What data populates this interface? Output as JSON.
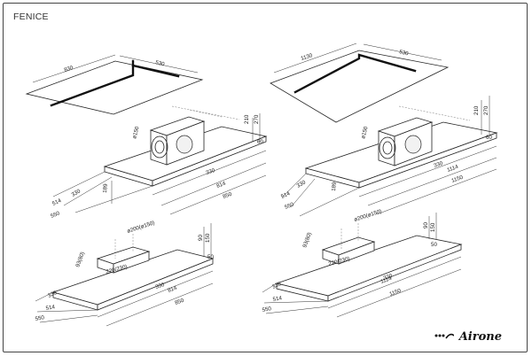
{
  "title": "FENICE",
  "brand": "Airone",
  "views": {
    "tl": {
      "panel_w": "830",
      "panel_d": "530",
      "h1": "210",
      "h2": "270",
      "h3": "60",
      "dia": "ø150",
      "d_189": "189",
      "d_330a": "330",
      "d_330b": "330",
      "d_514": "514",
      "d_550": "550",
      "d_814": "814",
      "d_850": "850"
    },
    "tr": {
      "panel_w": "1130",
      "panel_d": "530",
      "h1": "210",
      "h2": "270",
      "h3": "60",
      "dia": "ø150",
      "d_189": "189",
      "d_330a": "330",
      "d_330b": "330",
      "d_514": "514",
      "d_550": "550",
      "d_1114": "1114",
      "d_1150": "1150"
    },
    "bl": {
      "dia": "ø200(ø150)",
      "h90": "90",
      "h150": "150",
      "h50": "50",
      "rect": "220(230)",
      "side": "93(80)",
      "d_330a": "330",
      "d_330b": "330",
      "d_514": "514",
      "d_550": "550",
      "d_814": "814",
      "d_850": "850"
    },
    "br": {
      "dia": "ø200(ø150)",
      "h90": "90",
      "h150": "150",
      "h50": "50",
      "rect": "220(230)",
      "side": "93(80)",
      "d_330a": "330",
      "d_330b": "330",
      "d_514": "514",
      "d_550": "550",
      "d_1114": "1114",
      "d_1150": "1150"
    }
  }
}
